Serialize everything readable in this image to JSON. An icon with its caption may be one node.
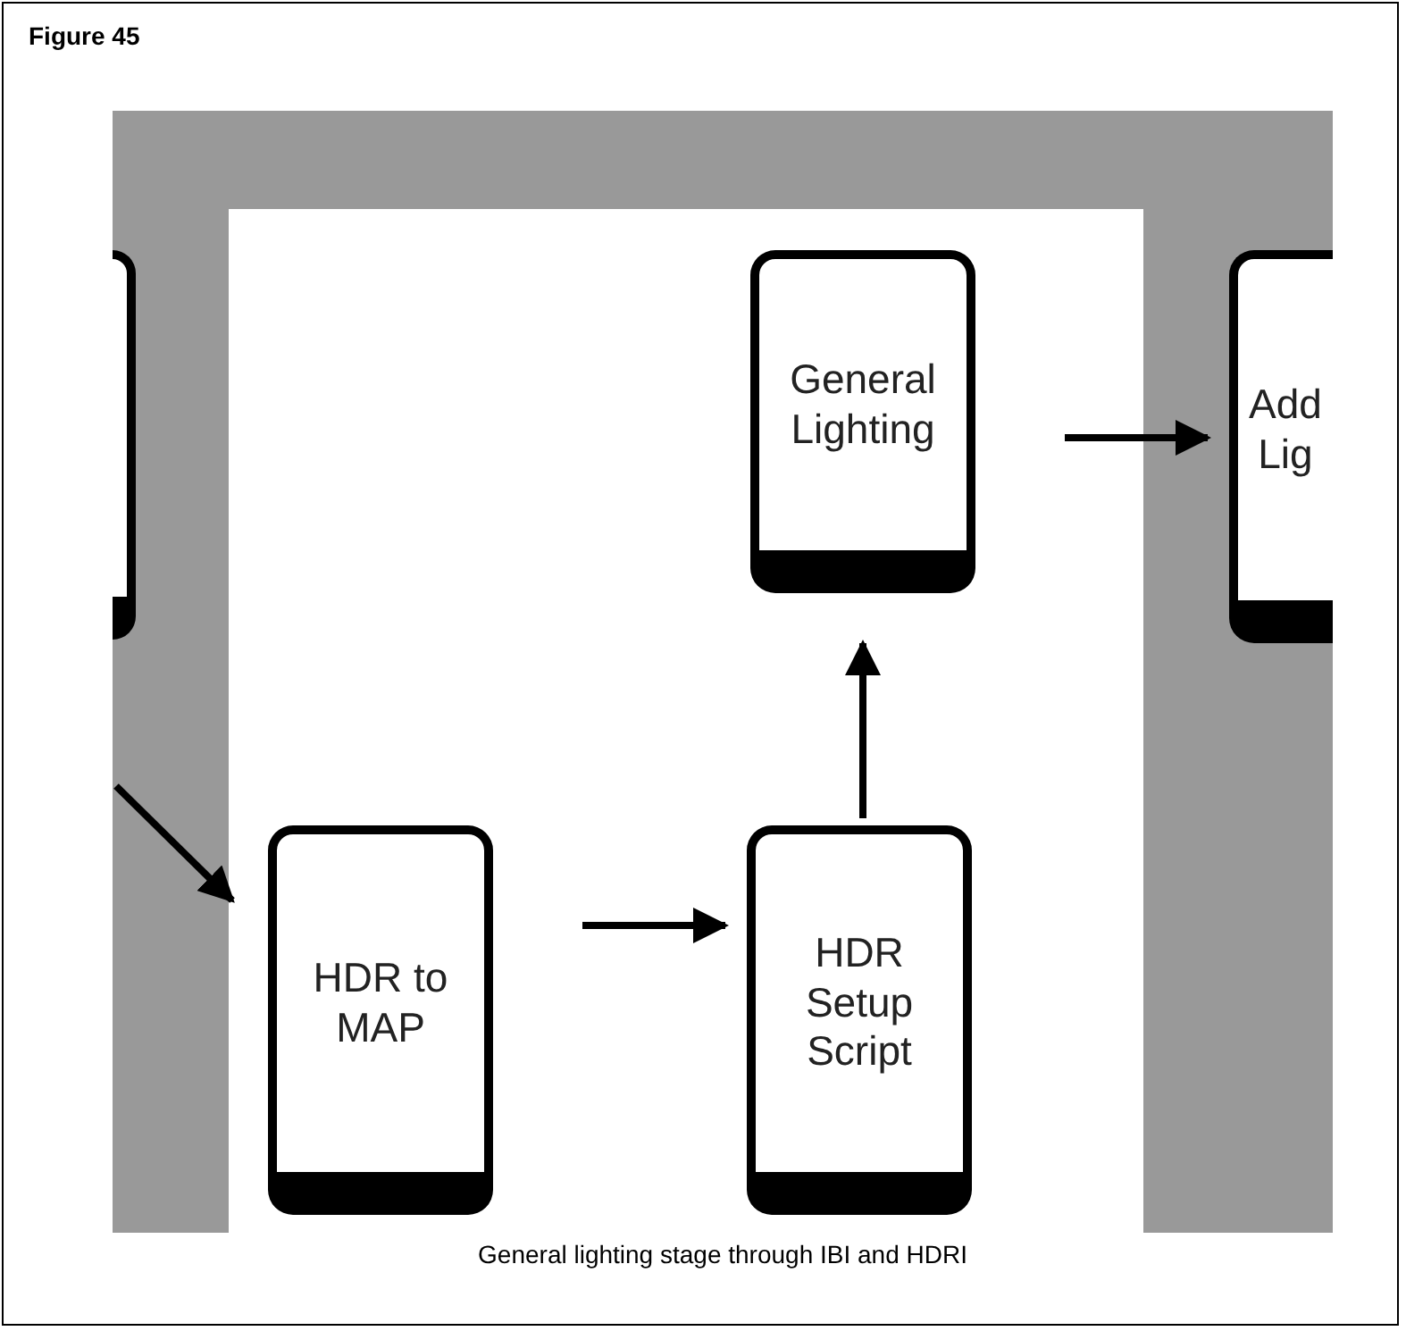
{
  "diagram": {
    "title": "Figure 45",
    "caption": "General lighting stage through IBI and HDRI",
    "nodes": [
      {
        "text": [],
        "shape": "box"
      },
      {
        "text": [
          "General Lighting"
        ]
      },
      {
        "text": [
          "Add Lig"
        ]
      },
      {
        "text": [
          "HDR to MAP"
        ]
      },
      {
        "text": [
          "HDR Setup Script"
        ]
      }
    ],
    "edges": [
      {
        "from": null,
        "to": 3,
        "arrow": "to"
      },
      {
        "from": 3,
        "to": 4,
        "arrow": "to"
      },
      {
        "from": 4,
        "to": 1,
        "arrow": "to"
      },
      {
        "from": 1,
        "to": 2,
        "arrow": "to"
      }
    ]
  }
}
